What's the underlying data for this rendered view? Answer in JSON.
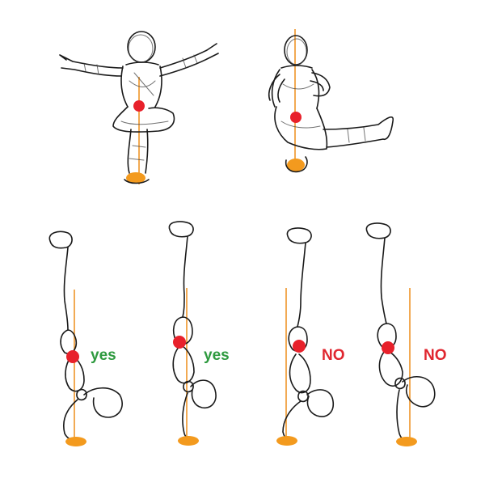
{
  "colors": {
    "gravity_line": "#f0a040",
    "center_of_mass": "#e8212b",
    "support_point": "#f39a1e",
    "yes_label": "#2e9a3f",
    "no_label": "#e0262f",
    "sketch_stroke": "#1a1a1a"
  },
  "figures": [
    {
      "id": "fig-1",
      "verdict": "yes"
    },
    {
      "id": "fig-2",
      "verdict": "yes"
    },
    {
      "id": "fig-3",
      "verdict": "no"
    },
    {
      "id": "fig-4",
      "verdict": "no"
    }
  ],
  "labels": {
    "yes_1": "yes",
    "yes_2": "yes",
    "no_1": "NO",
    "no_2": "NO"
  }
}
